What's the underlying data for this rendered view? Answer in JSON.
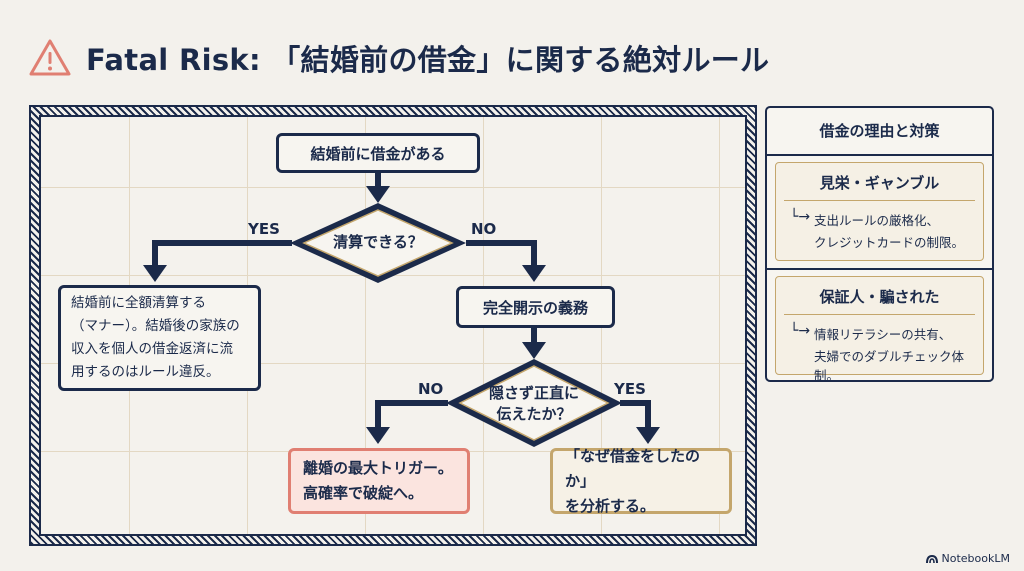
{
  "title": "Fatal Risk: 「結婚前の借金」に関する絶対ルール",
  "flow": {
    "start": "結婚前に借金がある",
    "decision1": "清算できる？",
    "yes1": "YES",
    "no1": "NO",
    "yes_result": [
      "結婚前に全額清算する",
      "（マナー）。結婚後の家族の",
      "収入を個人の借金返済に流",
      "用するのはルール違反。"
    ],
    "disclosure": "完全開示の義務",
    "decision2": [
      "隠さず正直に",
      "伝えたか？"
    ],
    "no2": "NO",
    "yes2": "YES",
    "no_result": [
      "離婚の最大トリガー。",
      "高確率で破綻へ。"
    ],
    "yes_result2": [
      "「なぜ借金をしたのか」",
      "を分析する。"
    ]
  },
  "panel": {
    "title": "借金の理由と対策",
    "cards": [
      {
        "title": "見栄・ギャンブル",
        "lines": [
          "支出ルールの厳格化、",
          "クレジットカードの制限。"
        ]
      },
      {
        "title": "保証人・騙された",
        "lines": [
          "情報リテラシーの共有、",
          "夫婦でのダブルチェック体制。"
        ]
      }
    ]
  },
  "arrow_glyph": "└→",
  "brand": "NotebookLM",
  "colors": {
    "navy": "#1b2a4a",
    "warn": "#e07f72",
    "gold": "#c4a66c"
  }
}
